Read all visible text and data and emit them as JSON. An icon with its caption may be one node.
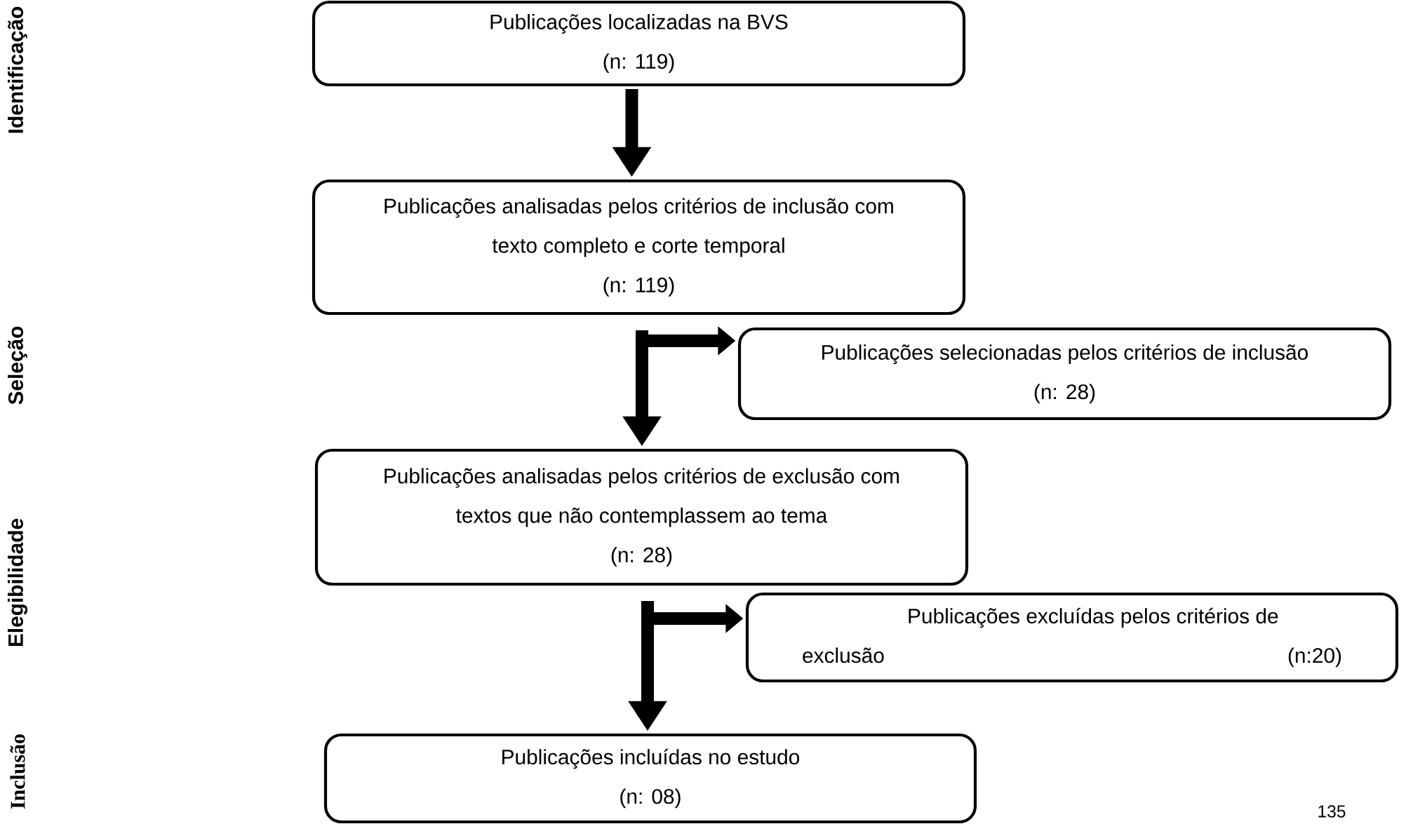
{
  "diagram": {
    "nodes": [
      {
        "text": [
          "Publicações localizadas na BVS",
          "(n: 119)"
        ]
      },
      {
        "text": [
          "Publicações analisadas pelos critérios de inclusão com texto completo e corte temporal",
          "(n: 119)"
        ]
      },
      {
        "text": [
          "Publicações selecionadas pelos critérios de inclusão",
          "(n: 28)"
        ]
      },
      {
        "text": [
          "Publicações analisadas pelos critérios de exclusão com textos que não contemplassem ao tema",
          "(n: 28)"
        ]
      },
      {
        "text": [
          "Publicações excluídas pelos critérios de exclusão",
          "(n:20)"
        ]
      },
      {
        "text": [
          "Publicações incluídas no estudo",
          "(n: 08)"
        ]
      }
    ],
    "edges": [
      {
        "from": 0,
        "to": 1,
        "arrow": "to"
      },
      {
        "from": 1,
        "to": 2,
        "arrow": "to"
      },
      {
        "from": 1,
        "to": 3,
        "arrow": "to"
      },
      {
        "from": 3,
        "to": 4,
        "arrow": "to"
      },
      {
        "from": 3,
        "to": 5,
        "arrow": "to"
      }
    ],
    "labels": [
      "Identificação",
      "Seleção",
      "Elegibilidade",
      "Inclusão",
      "135"
    ]
  }
}
